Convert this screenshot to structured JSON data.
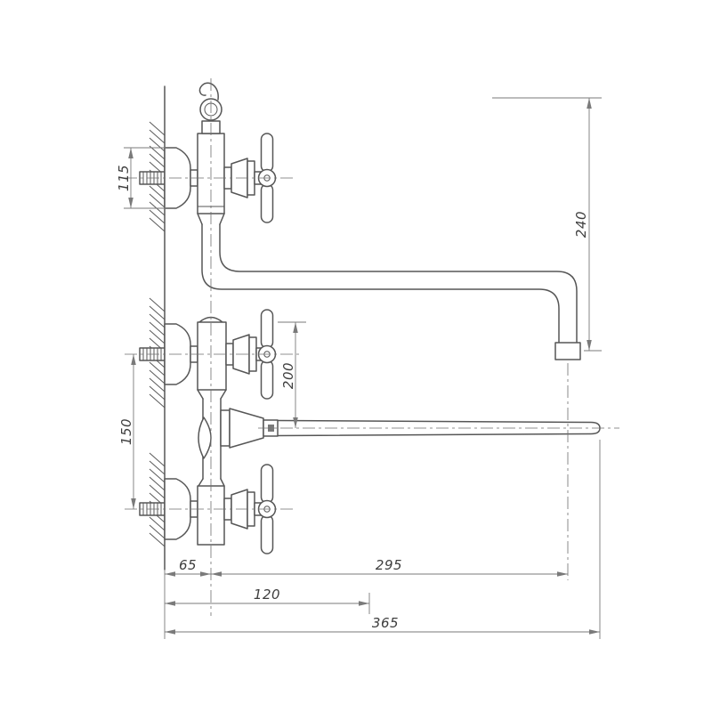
{
  "drawing": {
    "type": "technical dimensional drawing of a wall-mounted faucet with long spout",
    "units": "mm",
    "colors": {
      "background": "#ffffff",
      "object_lines": "#565656",
      "dimension_lines": "#7a7a7a",
      "text": "#3e3e3e"
    }
  },
  "dimensions": {
    "flange_height": "115",
    "inlet_spacing": "150",
    "spout_drop": "240",
    "body_to_spout_axis": "200",
    "wall_to_body_axis": "65",
    "wall_to_handle": "120",
    "body_axis_to_outlet": "295",
    "wall_to_spout_tip": "365"
  }
}
